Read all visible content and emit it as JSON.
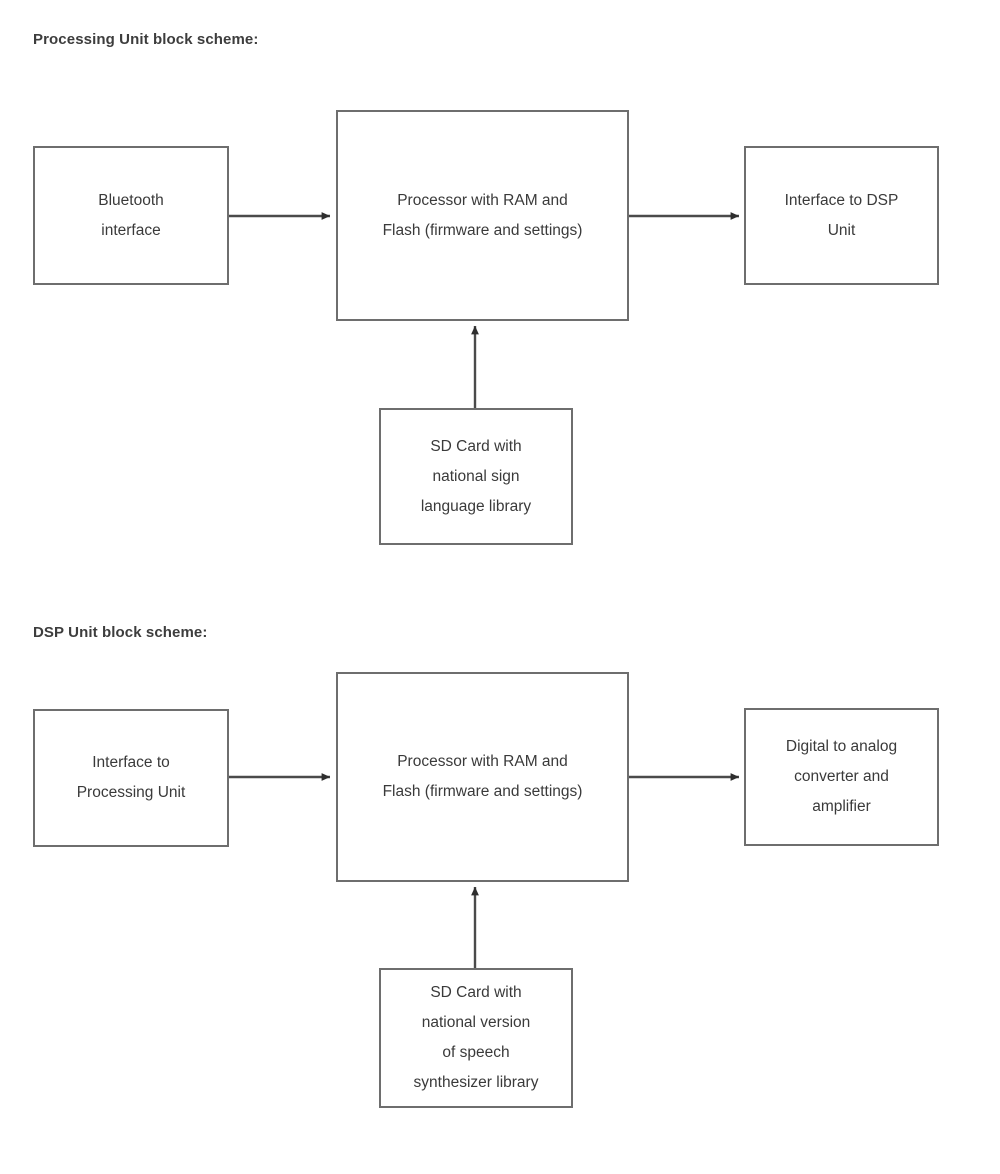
{
  "page": {
    "background": "#ffffff",
    "text_color": "#3a3a3a",
    "border_color": "#6e6e6e",
    "arrow_color": "#3d3d3d"
  },
  "diagrams": [
    {
      "title": "Processing Unit block scheme:",
      "blocks": {
        "input": {
          "lines": [
            "Bluetooth",
            "interface"
          ]
        },
        "processor": {
          "lines": [
            "Processor with RAM and",
            "Flash (firmware and settings)"
          ]
        },
        "output": {
          "lines": [
            "Interface to DSP",
            "Unit"
          ]
        },
        "storage": {
          "lines": [
            "SD Card with",
            "national sign",
            "language library"
          ]
        }
      },
      "connections": [
        {
          "from": "input",
          "to": "processor",
          "direction": "right"
        },
        {
          "from": "processor",
          "to": "output",
          "direction": "right"
        },
        {
          "from": "storage",
          "to": "processor",
          "direction": "up"
        }
      ]
    },
    {
      "title": "DSP Unit block scheme:",
      "blocks": {
        "input": {
          "lines": [
            "Interface to",
            "Processing Unit"
          ]
        },
        "processor": {
          "lines": [
            "Processor with RAM and",
            "Flash (firmware and settings)"
          ]
        },
        "output": {
          "lines": [
            "Digital to analog",
            "converter and",
            "amplifier"
          ]
        },
        "storage": {
          "lines": [
            "SD Card with",
            "national version",
            "of speech",
            "synthesizer library"
          ]
        }
      },
      "connections": [
        {
          "from": "input",
          "to": "processor",
          "direction": "right"
        },
        {
          "from": "processor",
          "to": "output",
          "direction": "right"
        },
        {
          "from": "storage",
          "to": "processor",
          "direction": "up"
        }
      ]
    }
  ]
}
